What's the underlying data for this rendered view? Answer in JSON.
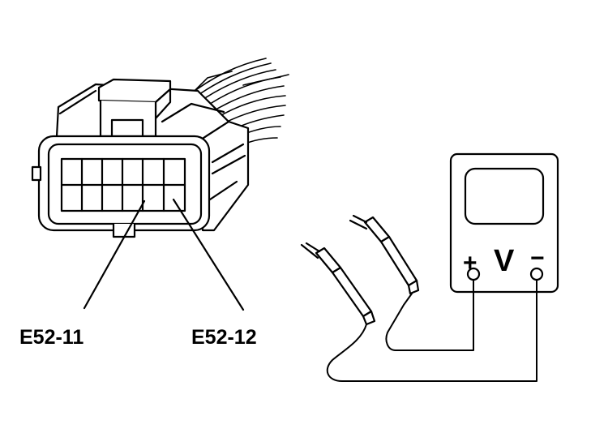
{
  "labels": {
    "pin_left": "E52-11",
    "pin_right": "E52-12"
  },
  "meter": {
    "plus": "+",
    "volt": "V",
    "minus": "−"
  },
  "icons": [
    "connector-icon",
    "wire-harness-icon",
    "voltmeter-icon",
    "test-probe-icon"
  ]
}
